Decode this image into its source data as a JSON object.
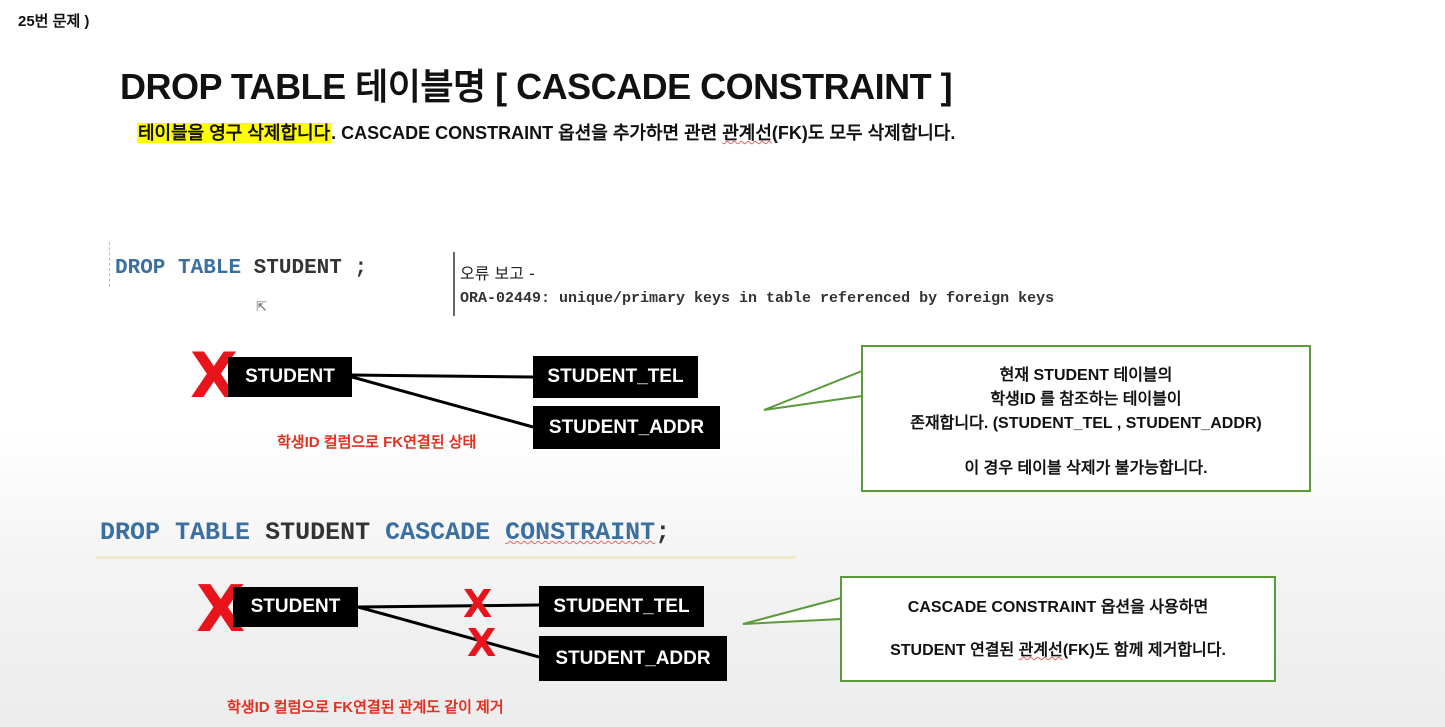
{
  "problem_label": "25번 문제 )",
  "title": "DROP TABLE 테이블명 [ CASCADE CONSTRAINT ]",
  "subtitle": {
    "highlight": "테이블을 영구 삭제합니다",
    "part1": ".  CASCADE CONSTRAINT 옵션을 추가하면 관련 ",
    "squiggle": "관계선",
    "part2": "(FK)도 모두 삭제합니다."
  },
  "code1": {
    "kw1": "DROP",
    "kw2": "TABLE",
    "ident": "STUDENT",
    "punct": " ;"
  },
  "error": {
    "line1": "오류 보고 -",
    "line2": "ORA-02449: unique/primary keys in table referenced by foreign keys"
  },
  "diagram1": {
    "x_mark": "X",
    "parent": "STUDENT",
    "child1": "STUDENT_TEL",
    "child2": "STUDENT_ADDR",
    "caption": "학생ID 컬럼으로 FK연결된 상태"
  },
  "callout1": {
    "line1": "현재 STUDENT 테이블의",
    "line2": "학생ID 를 참조하는 테이블이",
    "line3": "존재합니다. (STUDENT_TEL , STUDENT_ADDR)",
    "line4": "이 경우 테이블 삭제가 불가능합니다."
  },
  "code2": {
    "kw1": "DROP",
    "kw2": "TABLE",
    "ident": "STUDENT",
    "kw3": "CASCADE",
    "kw4": "CONSTRAINT",
    "punct": ";"
  },
  "diagram2": {
    "x_mark": "X",
    "parent": "STUDENT",
    "child1": "STUDENT_TEL",
    "child2": "STUDENT_ADDR",
    "line_x1": "X",
    "line_x2": "X",
    "caption": "학생ID 컬럼으로 FK연결된 관계도 같이 제거"
  },
  "callout2": {
    "line1": "CASCADE CONSTRAINT 옵션을 사용하면",
    "line2_pre": "STUDENT 연결된 ",
    "line2_squiggle": "관계선",
    "line2_post": "(FK)도 함께 제거합니다."
  },
  "colors": {
    "keyword": "#3a6f9f",
    "highlight": "#ffff00",
    "red": "#e8131b",
    "callout_border": "#5a9a3a"
  },
  "icons": {
    "cursor": "mouse-pointer-icon"
  }
}
